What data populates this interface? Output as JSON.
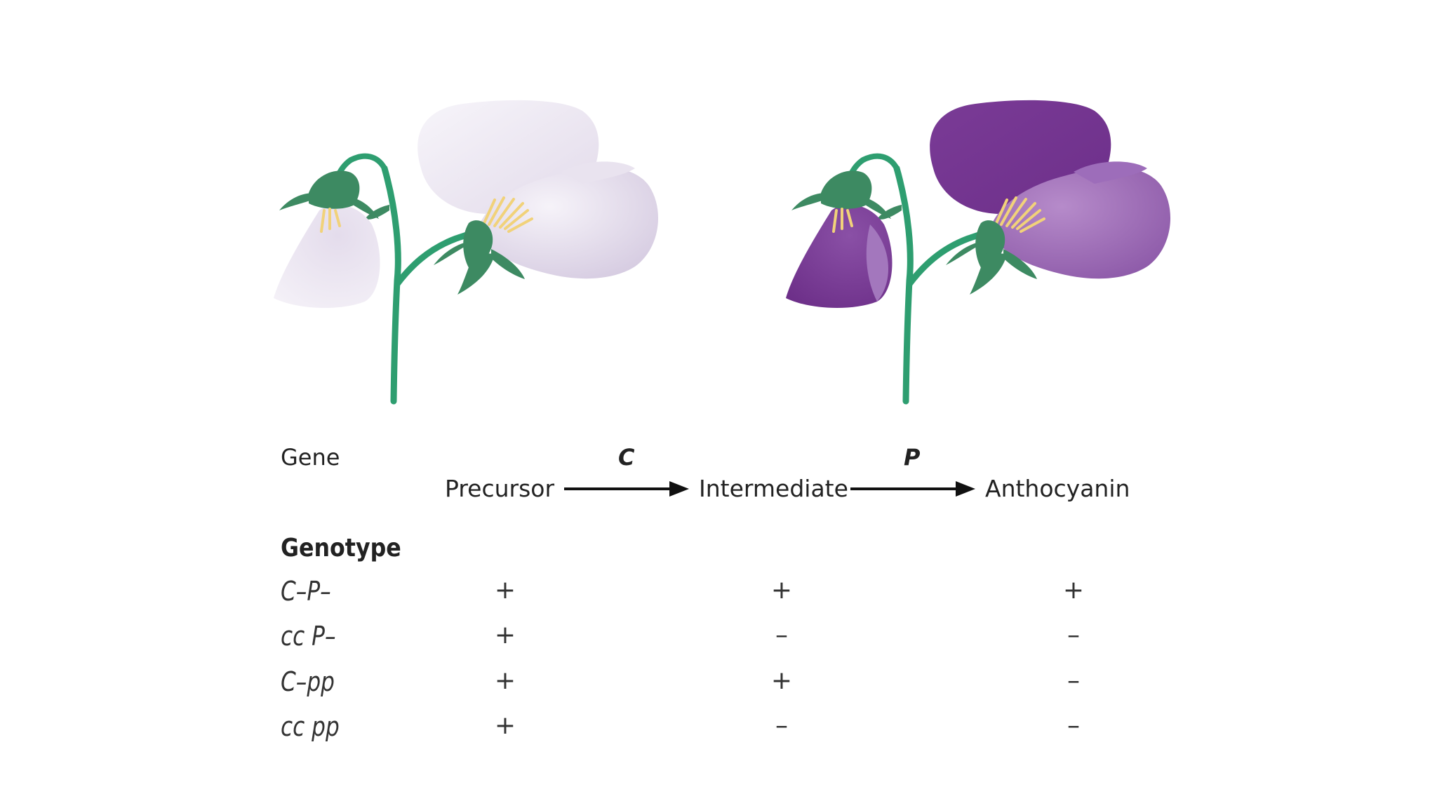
{
  "pathway": {
    "gene_label": "Gene",
    "gene_1": "C",
    "gene_2": "P",
    "compounds": [
      "Precursor",
      "Intermediate",
      "Anthocyanin"
    ]
  },
  "table": {
    "header": "Genotype",
    "rows": [
      {
        "genotype": "C–P–",
        "values": [
          "+",
          "+",
          "+"
        ]
      },
      {
        "genotype": "cc P–",
        "values": [
          "+",
          "–",
          "–"
        ]
      },
      {
        "genotype": "C–pp",
        "values": [
          "+",
          "+",
          "–"
        ]
      },
      {
        "genotype": "cc pp",
        "values": [
          "+",
          "–",
          "–"
        ]
      }
    ]
  },
  "colors": {
    "stem": "#2e9e70",
    "sepal": "#3d8a62",
    "white_petal": "#ece6f2",
    "purple_petal": "#7c3f98",
    "purple_petal_light": "#9a68b4",
    "stamen": "#f1d27a"
  }
}
